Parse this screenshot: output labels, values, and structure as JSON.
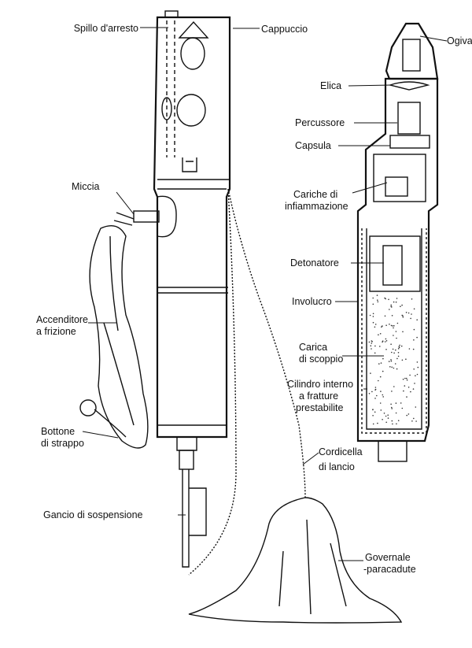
{
  "labels": {
    "spillo": "Spillo d'arresto",
    "cappuccio": "Cappuccio",
    "miccia": "Miccia",
    "accenditore_1": "Accenditore",
    "accenditore_2": "a frizione",
    "bottone_1": "Bottone",
    "bottone_2": "di strappo",
    "gancio": "Gancio di sospensione",
    "ogiva": "Ogiva",
    "elica": "Elica",
    "percussore": "Percussore",
    "capsula": "Capsula",
    "cariche_1": "Cariche di",
    "cariche_2": "infiammazione",
    "detonatore": "Detonatore",
    "involucro": "Involucro",
    "carica_1": "Carica",
    "carica_2": "di scoppio",
    "cilindro_1": "Cilindro interno",
    "cilindro_2": "a fratture",
    "cilindro_3": "prestabilite",
    "cordicella_1": "Cordicella",
    "cordicella_2": "di lancio",
    "governale_1": "Governale",
    "governale_2": "-paracadute"
  },
  "colors": {
    "ink": "#111111",
    "paper": "#ffffff",
    "speckle": "#333333"
  }
}
